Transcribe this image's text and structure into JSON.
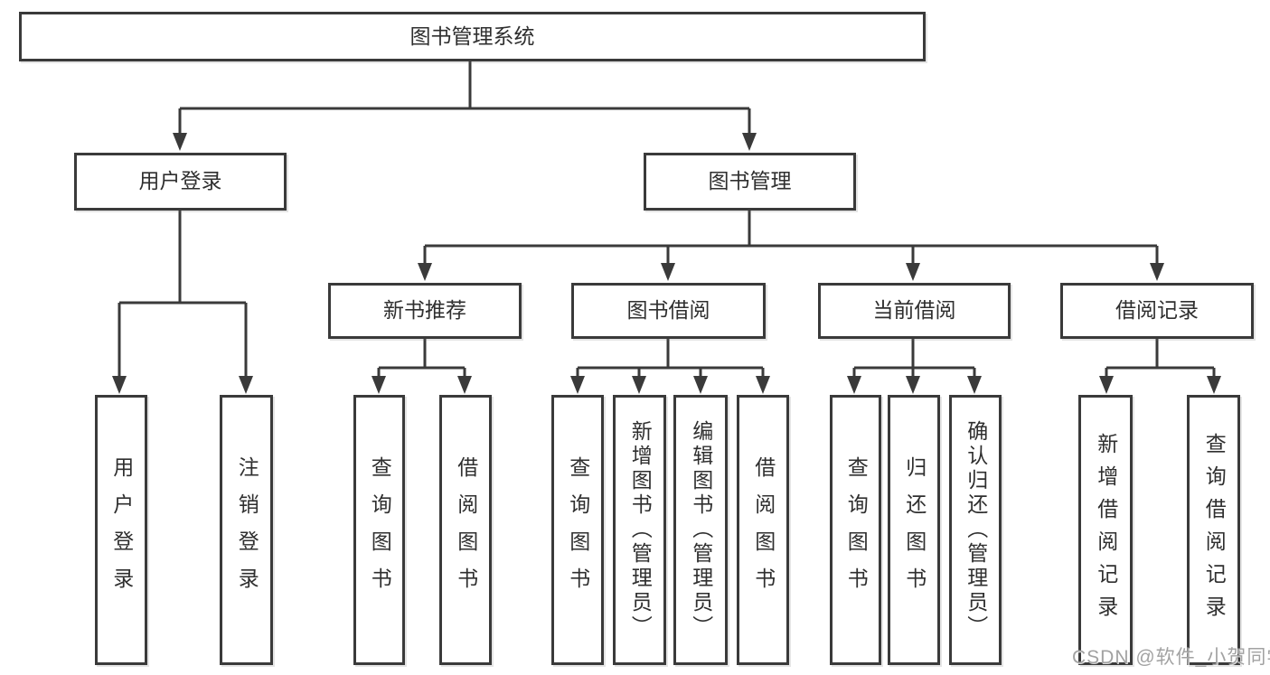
{
  "tree": {
    "root": {
      "label": "图书管理系统"
    },
    "branches": [
      {
        "label": "用户登录",
        "children": [
          {
            "label": "用户登录"
          },
          {
            "label": "注销登录"
          }
        ]
      },
      {
        "label": "图书管理",
        "children": [
          {
            "label": "新书推荐",
            "children": [
              {
                "label": "查询图书"
              },
              {
                "label": "借阅图书"
              }
            ]
          },
          {
            "label": "图书借阅",
            "children": [
              {
                "label": "查询图书"
              },
              {
                "label": "新增图书（管理员）"
              },
              {
                "label": "编辑图书（管理员）"
              },
              {
                "label": "借阅图书"
              }
            ]
          },
          {
            "label": "当前借阅",
            "children": [
              {
                "label": "查询图书"
              },
              {
                "label": "归还图书"
              },
              {
                "label": "确认归还（管理员）"
              }
            ]
          },
          {
            "label": "借阅记录",
            "children": [
              {
                "label": "新增借阅记录"
              },
              {
                "label": "查询借阅记录"
              }
            ]
          }
        ]
      }
    ]
  },
  "watermark": {
    "text": "CSDN @软件_小贺同学"
  },
  "colors": {
    "background": "#ffffff",
    "box_border": "#3a3a3a",
    "connector_line": "#3a3a3a",
    "text": "#2f2f2f",
    "watermark_text": "#a2a2a2"
  }
}
